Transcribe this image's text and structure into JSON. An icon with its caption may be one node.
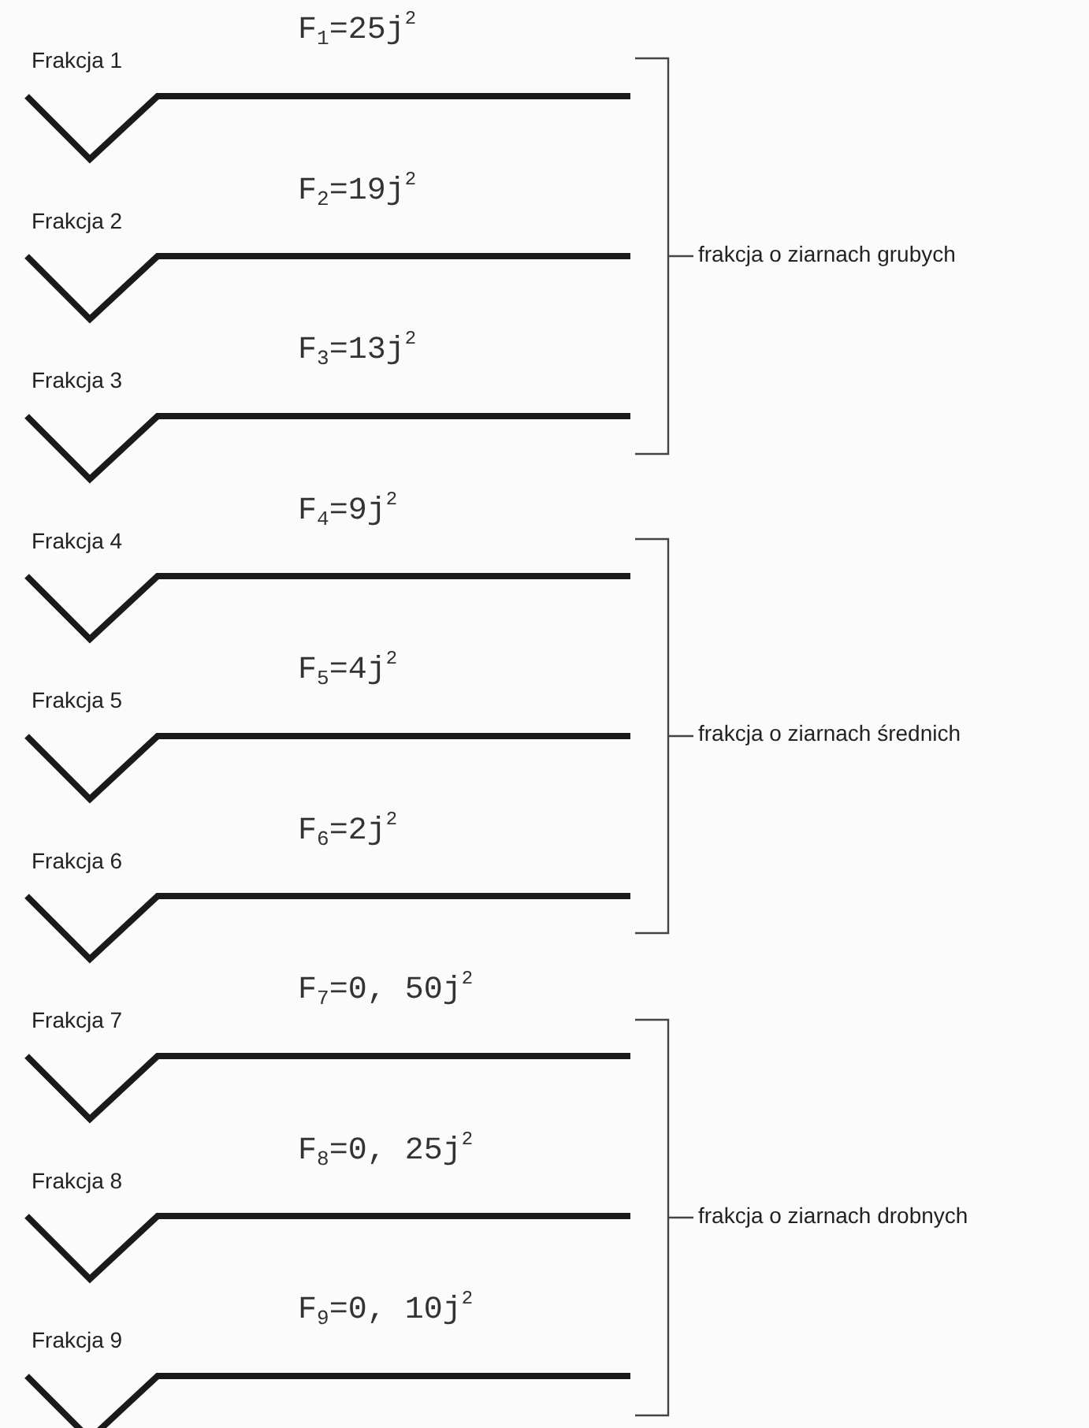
{
  "diagram": {
    "labels": [
      "F$_{1}$=25j$^{2}$",
      "Frakcja 1",
      "F$_{2}$=19j$^{2}$",
      "Frakcja 2",
      "frakcja o ziarnach grubych",
      "F$_{3}$=13j$^{2}$",
      "Frakcja 3",
      "F$_{4}$=9j$^{2}$",
      "Frakcja 4",
      "F$_{5}$=4j$^{2}$",
      "Frakcja 5",
      "frakcja o ziarnach średnich",
      "F$_{6}$=2j$^{2}$",
      "Frakcja 6",
      "F$_{7}$=0, 50j$^{2}$",
      "Frakcja 7",
      "F$_{8}$=0, 25j$^{2}$",
      "Frakcja 8",
      "frakcja o ziarnach drobnych",
      "F$_{9}$=0, 10j$^{2}$",
      "Frakcja 9"
    ]
  }
}
